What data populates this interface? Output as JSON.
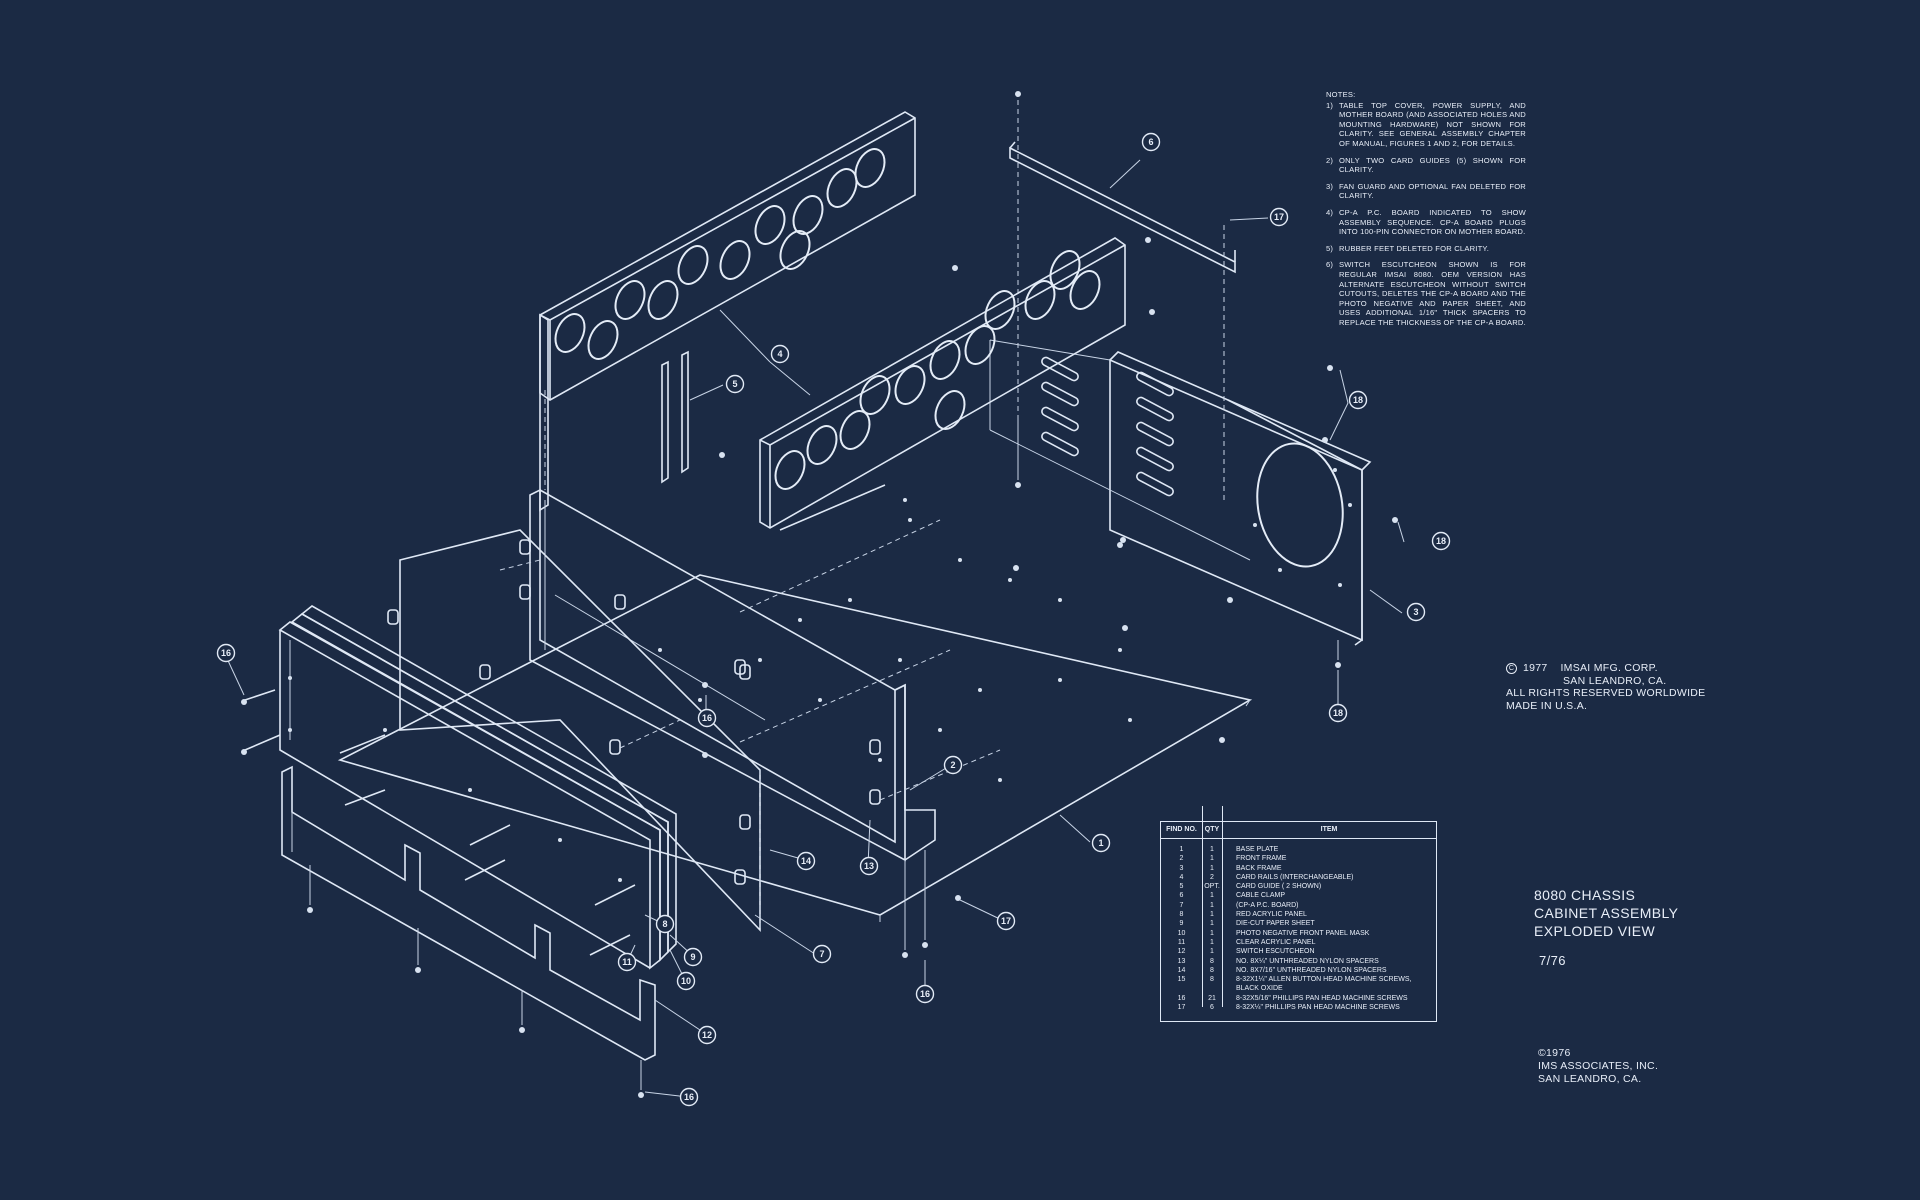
{
  "notes": {
    "heading": "NOTES:",
    "items": [
      {
        "num": "1)",
        "text": "TABLE TOP COVER, POWER SUPPLY, AND MOTHER BOARD (AND ASSOCIATED HOLES AND MOUNTING HARDWARE) NOT SHOWN FOR CLARITY. SEE GENERAL ASSEMBLY CHAPTER OF MANUAL, FIGURES 1 AND 2, FOR DETAILS."
      },
      {
        "num": "2)",
        "text": "ONLY TWO CARD GUIDES (5) SHOWN FOR CLARITY."
      },
      {
        "num": "3)",
        "text": "FAN GUARD AND OPTIONAL FAN DELETED FOR CLARITY."
      },
      {
        "num": "4)",
        "text": "CP-A P.C. BOARD INDICATED TO SHOW ASSEMBLY SEQUENCE. CP-A BOARD PLUGS INTO 100-PIN CONNECTOR ON MOTHER BOARD."
      },
      {
        "num": "5)",
        "text": "RUBBER FEET DELETED FOR CLARITY."
      },
      {
        "num": "6)",
        "text": "SWITCH ESCUTCHEON SHOWN IS FOR REGULAR IMSAI 8080. OEM VERSION HAS ALTERNATE ESCUTCHEON WITHOUT SWITCH CUTOUTS, DELETES THE CP-A BOARD AND THE PHOTO NEGATIVE AND PAPER SHEET, AND USES ADDITIONAL 1/16\" THICK SPACERS TO REPLACE THE THICKNESS OF THE CP-A BOARD."
      }
    ]
  },
  "copyright": {
    "symbol": "C",
    "year": "1977",
    "company": "IMSAI MFG. CORP.",
    "city": "SAN LEANDRO, CA.",
    "rights": "ALL RIGHTS RESERVED WORLDWIDE",
    "made": "MADE IN U.S.A."
  },
  "title": {
    "line1": "8080 CHASSIS",
    "line2": "CABINET ASSEMBLY",
    "line3": "EXPLODED VIEW",
    "date": "7/76"
  },
  "maker": {
    "line1": "©1976",
    "line2": "IMS ASSOCIATES, INC.",
    "line3": "SAN LEANDRO, CA."
  },
  "parts_list": {
    "headers": {
      "find": "FIND NO.",
      "qty": "QTY",
      "item": "ITEM"
    },
    "rows": [
      {
        "find": "1",
        "qty": "1",
        "item": "BASE PLATE"
      },
      {
        "find": "2",
        "qty": "1",
        "item": "FRONT FRAME"
      },
      {
        "find": "3",
        "qty": "1",
        "item": "BACK FRAME"
      },
      {
        "find": "4",
        "qty": "2",
        "item": "CARD RAILS (INTERCHANGEABLE)"
      },
      {
        "find": "5",
        "qty": "Opt.",
        "item": "CARD GUIDE ( 2 SHOWN)"
      },
      {
        "find": "6",
        "qty": "1",
        "item": "CABLE CLAMP"
      },
      {
        "find": "7",
        "qty": "1",
        "item": "(CP-A  P.C. BOARD)"
      },
      {
        "find": "8",
        "qty": "1",
        "item": "RED ACRYLIC PANEL"
      },
      {
        "find": "9",
        "qty": "1",
        "item": "DIE-CUT PAPER SHEET"
      },
      {
        "find": "10",
        "qty": "1",
        "item": "PHOTO NEGATIVE FRONT PANEL MASK"
      },
      {
        "find": "11",
        "qty": "1",
        "item": "CLEAR ACRYLIC PANEL"
      },
      {
        "find": "12",
        "qty": "1",
        "item": "SWITCH ESCUTCHEON"
      },
      {
        "find": "13",
        "qty": "8",
        "item": "No. 8x¼\" UNTHREADED NYLON SPACERS"
      },
      {
        "find": "14",
        "qty": "8",
        "item": "No. 8x7/16\" UNTHREADED NYLON SPACERS"
      },
      {
        "find": "15",
        "qty": "8",
        "item": "8-32x1¼\" ALLEN BUTTON HEAD MACHINE SCREWS,"
      },
      {
        "find": "",
        "qty": "",
        "item": "BLACK OXIDE"
      },
      {
        "find": "16",
        "qty": "21",
        "item": "8-32x5/16\" PHILLIPS PAN HEAD MACHINE SCREWS"
      },
      {
        "find": "17",
        "qty": "6",
        "item": "8-32x¼\" PHILLIPS PAN HEAD MACHINE SCREWS"
      }
    ]
  },
  "callouts": [
    {
      "label": "6"
    },
    {
      "label": "17"
    },
    {
      "label": "4"
    },
    {
      "label": "5"
    },
    {
      "label": "18"
    },
    {
      "label": "18"
    },
    {
      "label": "3"
    },
    {
      "label": "18"
    },
    {
      "label": "16"
    },
    {
      "label": "16"
    },
    {
      "label": "2"
    },
    {
      "label": "1"
    },
    {
      "label": "14"
    },
    {
      "label": "13"
    },
    {
      "label": "17"
    },
    {
      "label": "7"
    },
    {
      "label": "8"
    },
    {
      "label": "9"
    },
    {
      "label": "10"
    },
    {
      "label": "11"
    },
    {
      "label": "12"
    },
    {
      "label": "16"
    },
    {
      "label": "16"
    }
  ],
  "colors": {
    "background": "#1b2a44",
    "line": "#dfe8f5"
  }
}
